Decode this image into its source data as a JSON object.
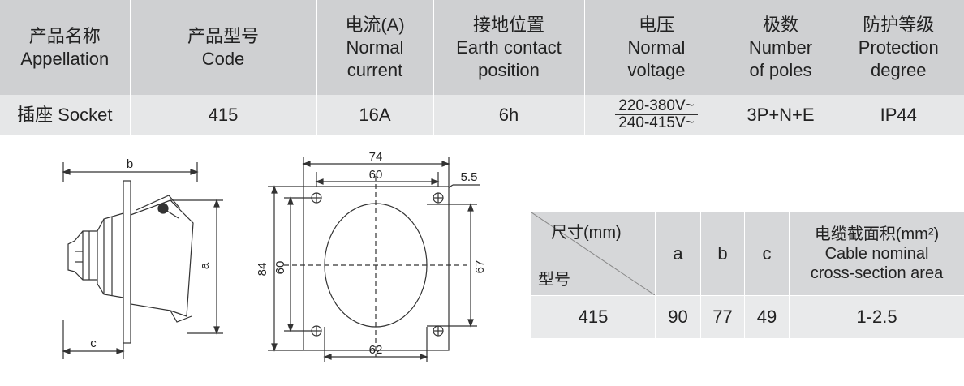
{
  "spec_table": {
    "headers": [
      {
        "zh": "产品名称",
        "en": [
          "Appellation"
        ]
      },
      {
        "zh": "产品型号",
        "en": [
          "Code"
        ]
      },
      {
        "zh": "电流(A)",
        "en": [
          "Normal",
          "current"
        ]
      },
      {
        "zh": "接地位置",
        "en": [
          "Earth contact",
          "position"
        ]
      },
      {
        "zh": "电压",
        "en": [
          "Normal",
          "voltage"
        ]
      },
      {
        "zh": "极数",
        "en": [
          "Number",
          "of poles"
        ]
      },
      {
        "zh": "防护等级",
        "en": [
          "Protection",
          "degree"
        ]
      }
    ],
    "row": {
      "appellation": "插座 Socket",
      "code": "415",
      "current": "16A",
      "earth_position": "6h",
      "voltage_top": "220-380V~",
      "voltage_bottom": "240-415V~",
      "poles": "3P+N+E",
      "protection": "IP44"
    }
  },
  "side_view": {
    "dim_b": "b",
    "dim_a": "a",
    "dim_c": "c"
  },
  "front_view": {
    "dim_74": "74",
    "dim_60_top": "60",
    "dim_5_5": "5.5",
    "dim_84": "84",
    "dim_60_left": "60",
    "dim_67": "67",
    "dim_62": "62"
  },
  "dimension_table": {
    "corner_top": "尺寸(mm)",
    "corner_bottom": "型号",
    "col_a": "a",
    "col_b": "b",
    "col_c": "c",
    "col_cable_zh": "电缆截面积(mm²)",
    "col_cable_en_1": "Cable nominal",
    "col_cable_en_2": "cross-section area",
    "row_model": "415",
    "row_a": "90",
    "row_b": "77",
    "row_c": "49",
    "row_cable": "1-2.5"
  }
}
